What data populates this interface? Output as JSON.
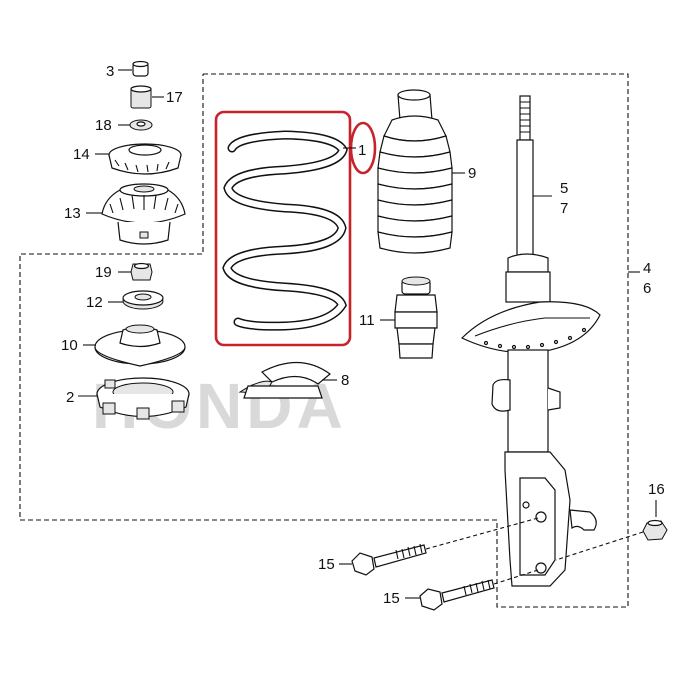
{
  "watermark": "HONDA",
  "colors": {
    "highlight": "#c8232c",
    "line": "#111111",
    "watermark": "#d9d9d9"
  },
  "labels": {
    "p1": "1",
    "p2": "2",
    "p3": "3",
    "p4": "4",
    "p5": "5",
    "p6": "6",
    "p7": "7",
    "p8": "8",
    "p9": "9",
    "p10": "10",
    "p11": "11",
    "p12": "12",
    "p13": "13",
    "p14": "14",
    "p15a": "15",
    "p15b": "15",
    "p16": "16",
    "p17": "17",
    "p18": "18",
    "p19": "19"
  }
}
